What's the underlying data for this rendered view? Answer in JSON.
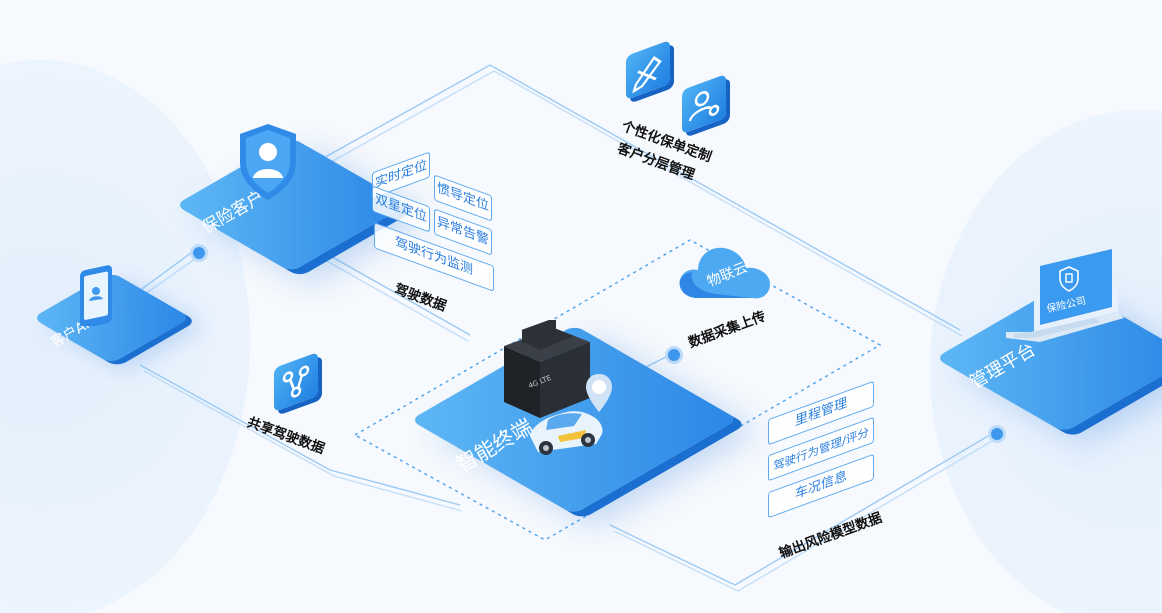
{
  "nodes": {
    "client": "保险客户",
    "app": "客户APP",
    "terminal": "智能终端",
    "platform": "管理平台",
    "insurer": "保险公司",
    "cloud": "物联云",
    "device_badge": "4G LTE"
  },
  "functions": {
    "realtime_pos": "实时定位",
    "inertial_nav": "惯导定位",
    "dual_star": "双星定位",
    "abnormal_alarm": "异常告警",
    "driving_monitor": "驾驶行为监测"
  },
  "outputs": {
    "mileage": "里程管理",
    "behavior": "驾驶行为管理/评分",
    "vehicle_info": "车况信息"
  },
  "captions": {
    "personalized": "个性化保单定制",
    "layered": "客户分层管理",
    "driving_data": "驾驶数据",
    "cloud_upload": "数据采集上传",
    "share_data": "共享驾驶数据",
    "risk_model": "输出风险模型数据"
  },
  "colors": {
    "plate": "#2a86e6",
    "plate_light": "#5fb8f5",
    "line": "#8fc3f4",
    "text_blue": "#2b7fe0",
    "background": "#f6f9fd"
  }
}
